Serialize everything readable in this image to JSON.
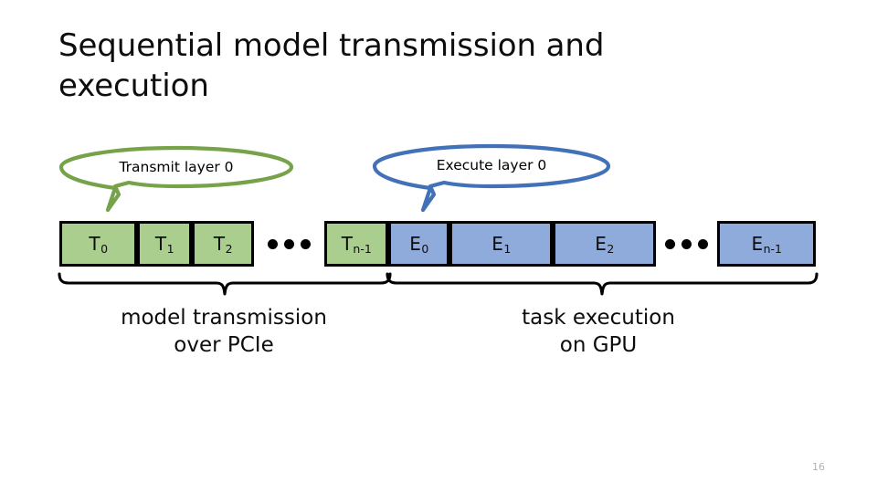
{
  "slide": {
    "title": "Sequential model transmission and execution",
    "page_number": "16"
  },
  "callouts": [
    {
      "id": "transmit",
      "text": "Transmit layer 0",
      "outline_color": "#76a24a"
    },
    {
      "id": "execute",
      "text": "Execute layer 0",
      "outline_color": "#4271b8"
    }
  ],
  "timeline": {
    "transmit_cells": [
      {
        "base": "T",
        "sub": "0"
      },
      {
        "base": "T",
        "sub": "1"
      },
      {
        "base": "T",
        "sub": "2"
      },
      {
        "base": "T",
        "sub": "n-1"
      }
    ],
    "execute_cells": [
      {
        "base": "E",
        "sub": "0"
      },
      {
        "base": "E",
        "sub": "1"
      },
      {
        "base": "E",
        "sub": "2"
      },
      {
        "base": "E",
        "sub": "n-1"
      }
    ],
    "ellipsis": "•••",
    "green_fill": "#a9ce8e",
    "blue_fill": "#8fabdc",
    "border_color": "#000000"
  },
  "captions": {
    "transmission_line1": "model transmission",
    "transmission_line2": "over PCIe",
    "execution_line1": "task execution",
    "execution_line2": "on GPU"
  }
}
